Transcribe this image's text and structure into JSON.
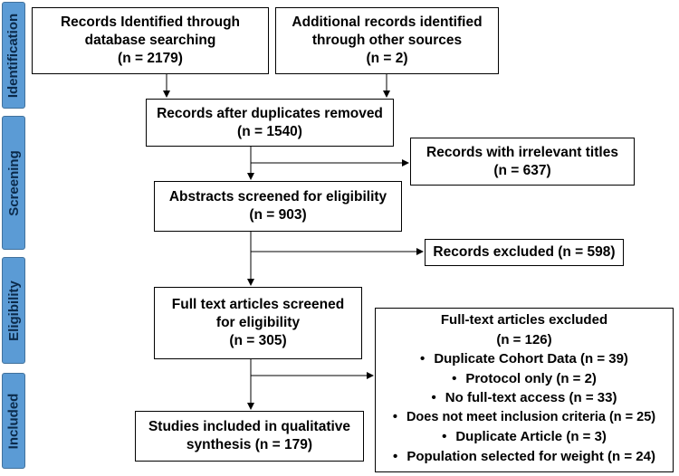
{
  "phases": {
    "identification": "Identification",
    "screening": "Screening",
    "eligibility": "Eligibility",
    "included": "Included"
  },
  "boxes": {
    "db_search": {
      "line1": "Records Identified through",
      "line2": "database searching",
      "line3": "(n = 2179)"
    },
    "other_sources": {
      "line1": "Additional records identified",
      "line2": "through other sources",
      "line3": "(n = 2)"
    },
    "after_duplicates": {
      "line1": "Records after duplicates removed",
      "line2": "(n = 1540)"
    },
    "irrelevant_titles": {
      "line1": "Records with irrelevant titles",
      "line2": "(n = 637)"
    },
    "abstracts_screened": {
      "line1": "Abstracts screened for eligibility",
      "line2": "(n = 903)"
    },
    "records_excluded": {
      "line1": "Records excluded (n = 598)"
    },
    "full_text_screened": {
      "line1": "Full text articles screened",
      "line2": "for eligibility",
      "line3": "(n = 305)"
    },
    "studies_included": {
      "line1": "Studies included in qualitative",
      "line2": "synthesis (n = 179)"
    },
    "full_text_excluded": {
      "title": "Full-text articles excluded",
      "count": "(n = 126)",
      "reasons": [
        "Duplicate Cohort Data (n = 39)",
        "Protocol only (n = 2)",
        "No full-text access (n = 33)",
        "Does not meet inclusion criteria (n = 25)",
        "Duplicate Article (n = 3)",
        "Population selected for weight (n = 24)"
      ]
    }
  },
  "colors": {
    "phase_fill": "#5b9bd5",
    "phase_border": "#41719c",
    "phase_text": "#0b2a4a",
    "box_border": "#000000"
  }
}
